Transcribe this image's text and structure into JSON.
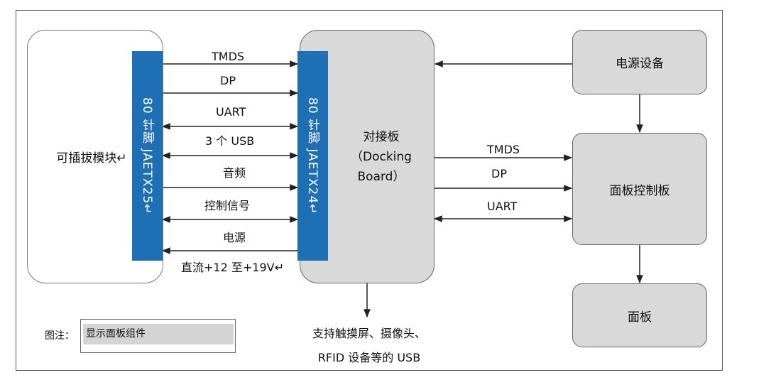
{
  "module": {
    "label": "可插拔模块↵"
  },
  "connector_left": {
    "label": "80 针脚 JAETX25↵"
  },
  "connector_right": {
    "label": "80 针脚 JAETX24↵"
  },
  "docking": {
    "line1": "对接板",
    "line2": "（Docking",
    "line3": "Board）"
  },
  "power_device": {
    "label": "电源设备"
  },
  "panel_control": {
    "label": "面板控制板"
  },
  "panel": {
    "label": "面板"
  },
  "signals_left": [
    "TMDS",
    "DP",
    "UART",
    "3 个 USB",
    "音频",
    "控制信号",
    "电源",
    "直流+12 至+19V↵"
  ],
  "signals_right": [
    "TMDS",
    "DP",
    "UART"
  ],
  "usb_note": {
    "line1": "支持触摸屏、摄像头、",
    "line2": "RFID 设备等的 USB"
  },
  "legend": {
    "prefix": "图注：",
    "item": "显示面板组件"
  }
}
